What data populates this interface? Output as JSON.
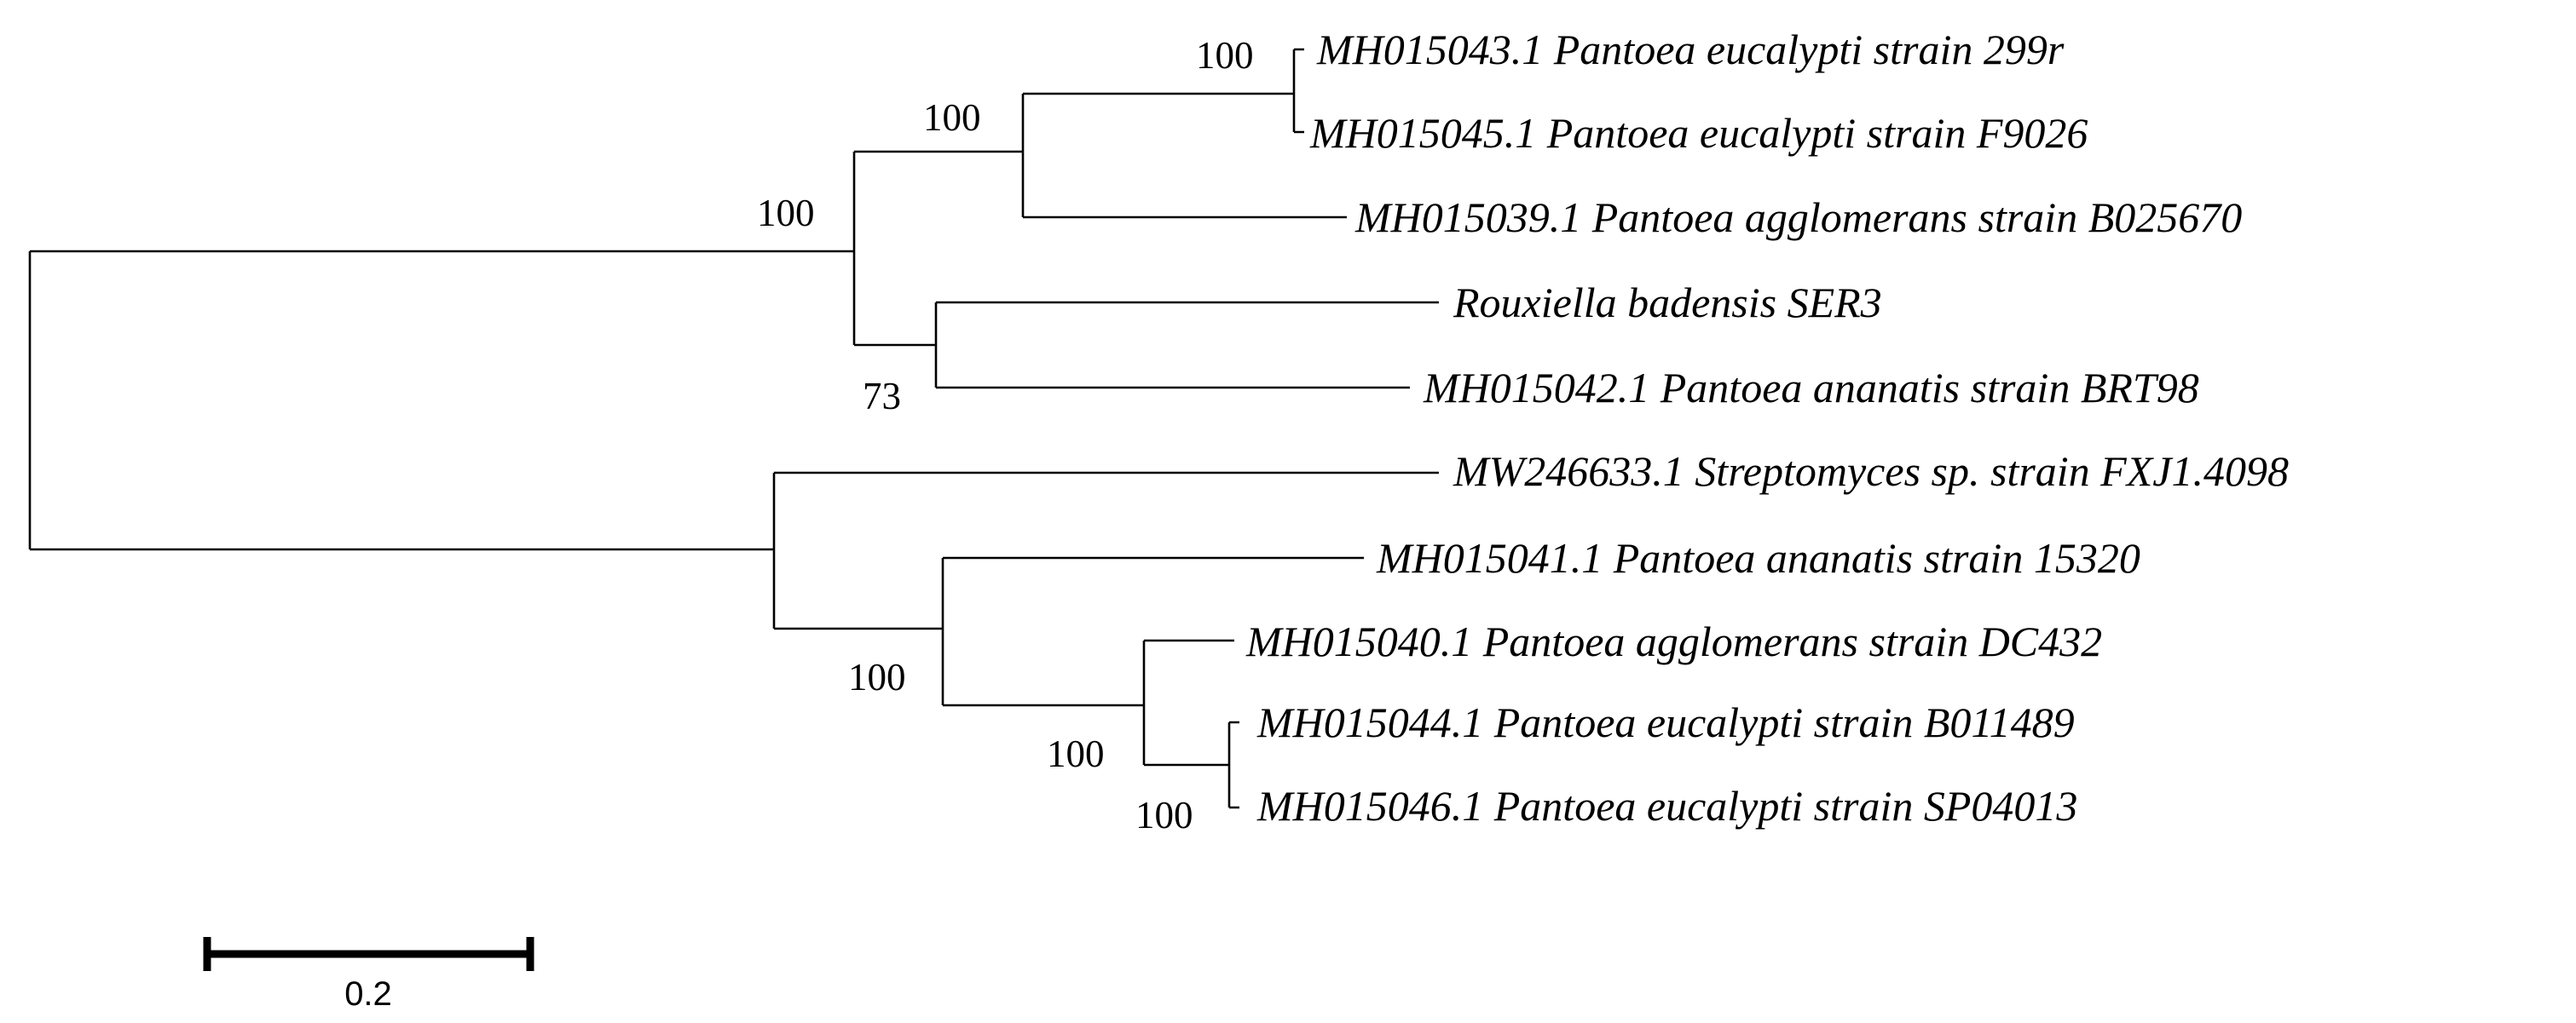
{
  "taxa": [
    "MH015043.1 Pantoea eucalypti strain 299r",
    "MH015045.1 Pantoea eucalypti strain F9026",
    "MH015039.1 Pantoea agglomerans strain B025670",
    "Rouxiella badensis SER3",
    "MH015042.1 Pantoea ananatis strain BRT98",
    "MW246633.1 Streptomyces sp. strain FXJ1.4098",
    "MH015041.1 Pantoea ananatis strain 15320",
    "MH015040.1 Pantoea agglomerans strain DC432",
    "MH015044.1 Pantoea eucalypti strain B011489",
    "MH015046.1 Pantoea eucalypti strain SP04013"
  ],
  "support_values": [
    "100",
    "100",
    "100",
    "73",
    "100",
    "100",
    "100"
  ],
  "scale_bar": {
    "label": "0.2"
  }
}
